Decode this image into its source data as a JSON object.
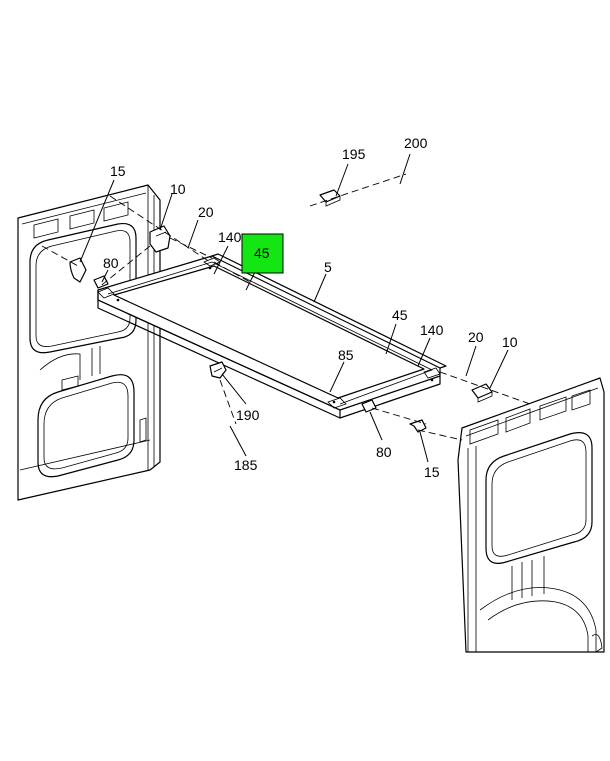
{
  "highlight": {
    "part": "45",
    "color": "#14e614"
  },
  "callouts": {
    "c195": "195",
    "c200": "200",
    "c15a": "15",
    "c10a": "10",
    "c20a": "20",
    "c140a": "140",
    "c45hl": "45",
    "c5": "5",
    "c80a": "80",
    "c45b": "45",
    "c140b": "140",
    "c20b": "20",
    "c10b": "10",
    "c85": "85",
    "c190": "190",
    "c185": "185",
    "c80b": "80",
    "c15b": "15"
  }
}
